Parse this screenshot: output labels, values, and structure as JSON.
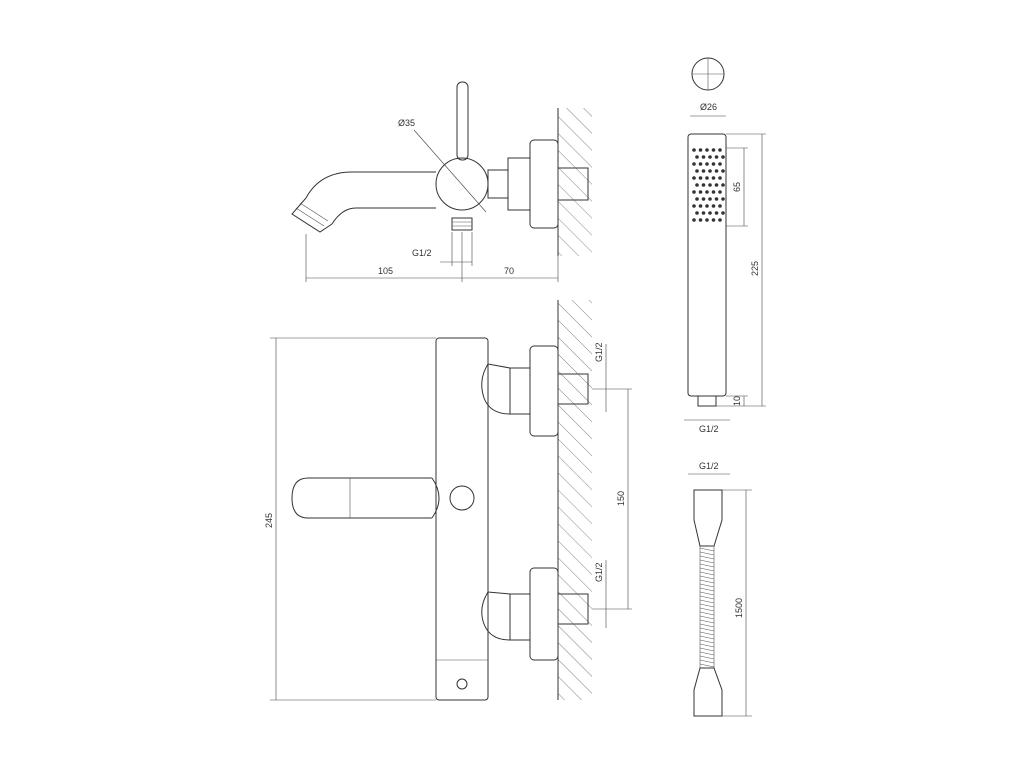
{
  "labels": {
    "valve_diameter": "Ø35",
    "spout_thread": "G1/2",
    "spout_reach": "105",
    "wall_offset": "70",
    "mixer_height": "245",
    "inlet_centers": "150",
    "inlet_thread_top": "G1/2",
    "inlet_thread_bottom": "G1/2",
    "handshower_diameter": "Ø26",
    "handshower_length": "225",
    "spray_face_height": "65",
    "handshower_connector": "10",
    "handshower_thread": "G1/2",
    "hose_thread": "G1/2",
    "hose_length": "1500"
  },
  "colors": {
    "line": "#333333",
    "background": "#ffffff"
  }
}
